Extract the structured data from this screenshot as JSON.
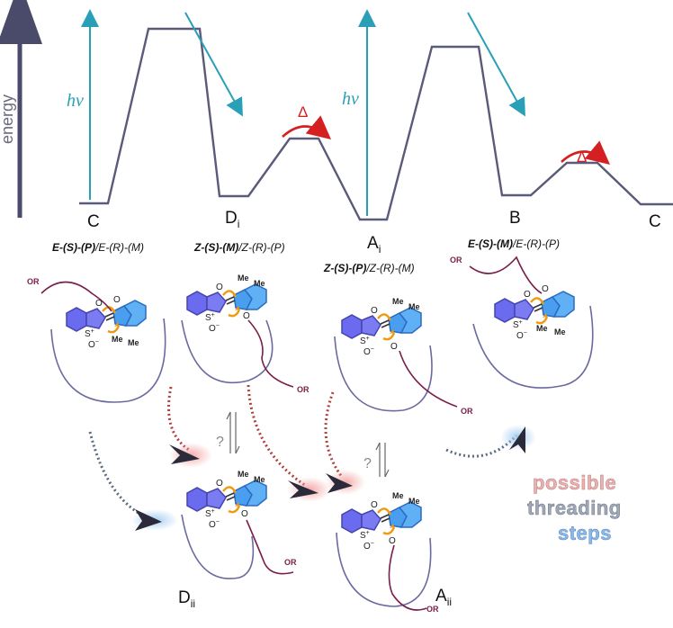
{
  "axis": {
    "label": "energy"
  },
  "photon_label": "hν",
  "heat_label": "Δ",
  "states": {
    "C_left": {
      "main": "C",
      "sub": ""
    },
    "Di": {
      "main": "D",
      "sub": "i"
    },
    "Ai": {
      "main": "A",
      "sub": "i"
    },
    "B": {
      "main": "B",
      "sub": ""
    },
    "C_right": {
      "main": "C",
      "sub": ""
    },
    "Dii": {
      "main": "D",
      "sub": "ii"
    },
    "Aii": {
      "main": "A",
      "sub": "ii"
    }
  },
  "configs": {
    "C": {
      "p1": "E-(S)-(P)",
      "p2": "/E-(R)-(M)"
    },
    "Di": {
      "p1": "Z-(S)-(M)",
      "p2": "/Z-(R)-(P)"
    },
    "Ai": {
      "p1": "Z-(S)-(P)",
      "p2": "/Z-(R)-(M)"
    },
    "B": {
      "p1": "E-(S)-(M)",
      "p2": "/E-(R)-(P)"
    }
  },
  "molecule_labels": {
    "or": "OR",
    "oxygen": "O",
    "sulfur": "S",
    "plus": "+",
    "oxide": "O",
    "minus": "−",
    "methyl": "Me"
  },
  "equilibrium_question": "?",
  "threading_text": [
    "possible",
    "threading",
    "steps"
  ],
  "colors": {
    "energy_line": "#5a5a7a",
    "photon_arrow": "#2a9fb8",
    "heat_arrow": "#d42020",
    "benzo_ring": "#6b6bef",
    "indane_ring": "#4a9ef0",
    "tether": "#6a6aa0",
    "or_chain": "#7a1e4a",
    "rotor_arrow": "#f09a10",
    "threading_possible": "#e8b0b0",
    "threading_threading": "#a0a8b8",
    "threading_steps": "#8ab8e8"
  }
}
